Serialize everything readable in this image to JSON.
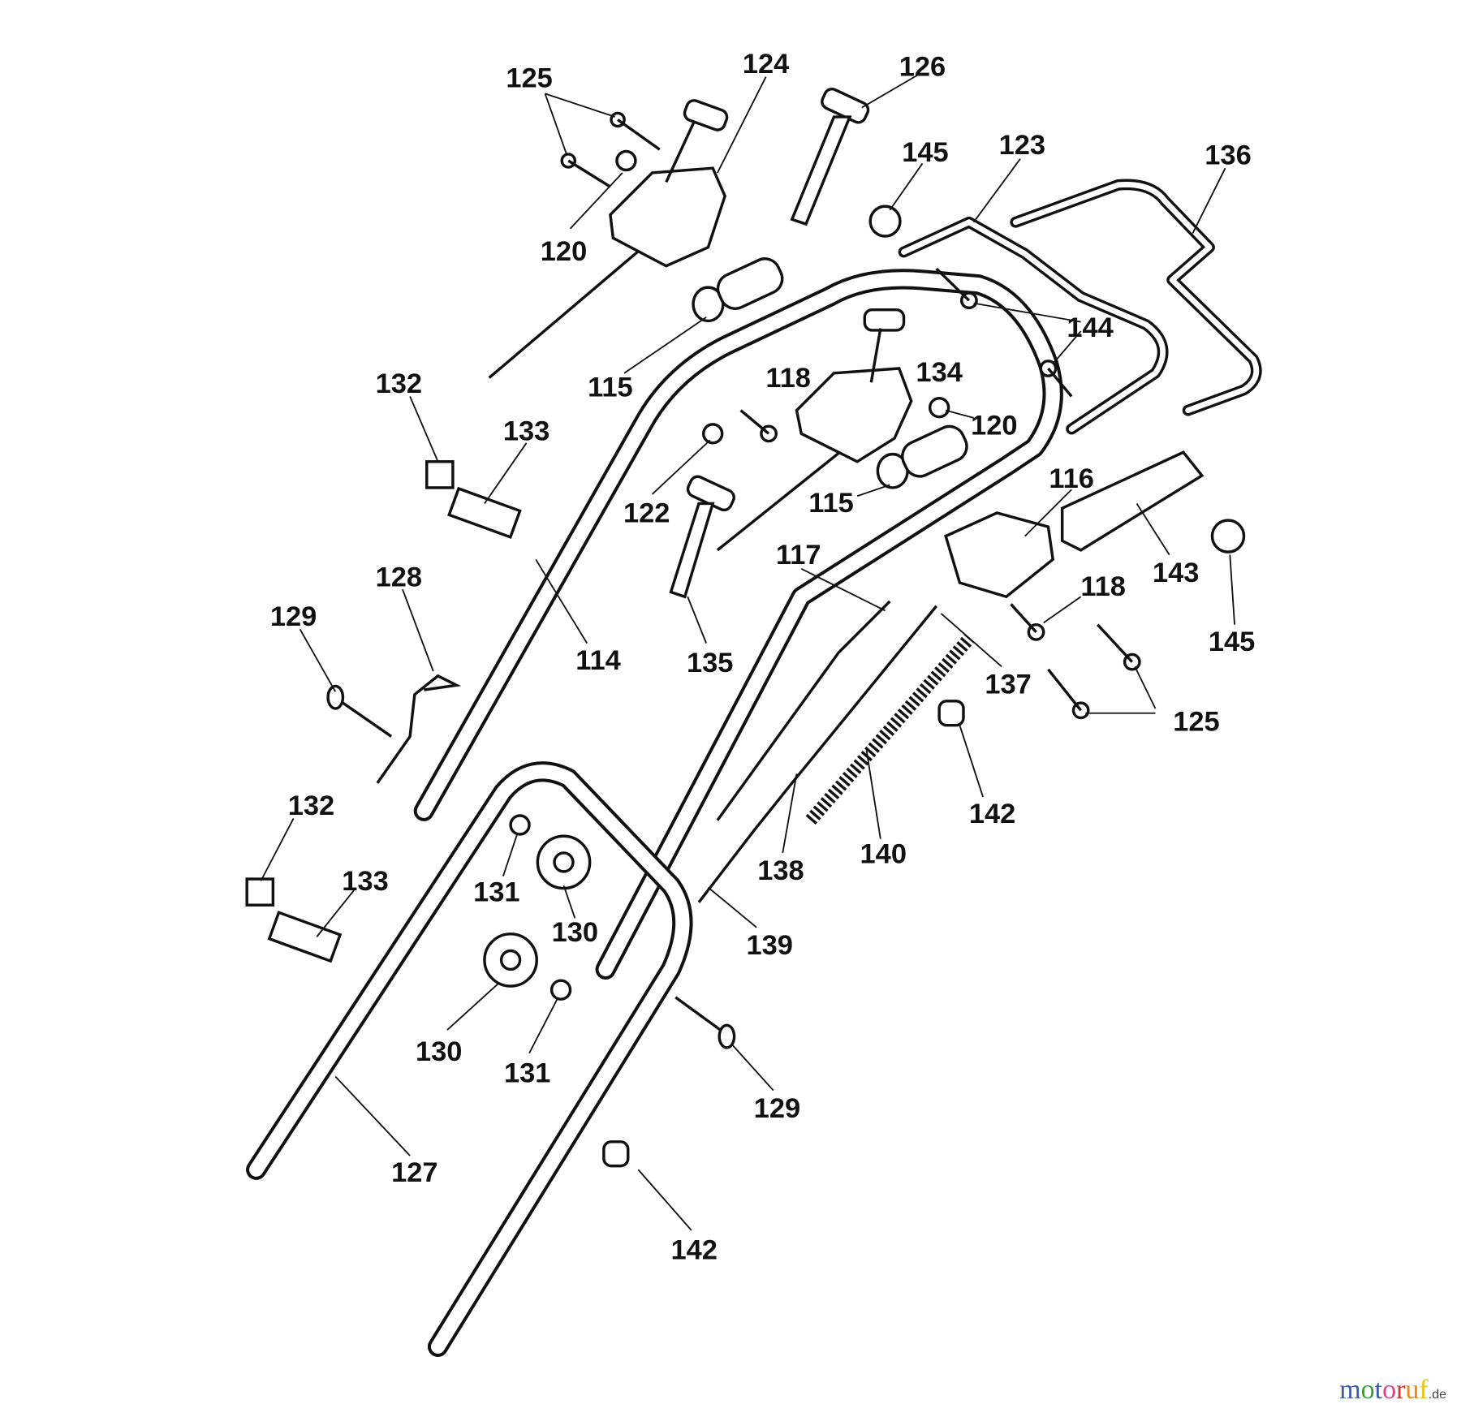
{
  "labels": {
    "l125a": "125",
    "l124": "124",
    "l126": "126",
    "l145a": "145",
    "l123": "123",
    "l136": "136",
    "l120a": "120",
    "l115a": "115",
    "l118a": "118",
    "l134": "134",
    "l144": "144",
    "l132a": "132",
    "l133a": "133",
    "l120b": "120",
    "l122": "122",
    "l115b": "115",
    "l116": "116",
    "l117": "117",
    "l143": "143",
    "l118b": "118",
    "l145b": "145",
    "l128": "128",
    "l129a": "129",
    "l114": "114",
    "l135": "135",
    "l137": "137",
    "l125b": "125",
    "l142a": "142",
    "l132b": "132",
    "l140": "140",
    "l138": "138",
    "l133b": "133",
    "l131a": "131",
    "l130a": "130",
    "l139": "139",
    "l130b": "130",
    "l131b": "131",
    "l129b": "129",
    "l127": "127",
    "l142b": "142"
  },
  "watermark": {
    "text": "motoruf",
    "suffix": ".de",
    "colors": [
      "#3b5ba9",
      "#3a9a3a",
      "#3b5ba9",
      "#e0408a",
      "#d9342b",
      "#e38a1c",
      "#e8c21a"
    ]
  }
}
